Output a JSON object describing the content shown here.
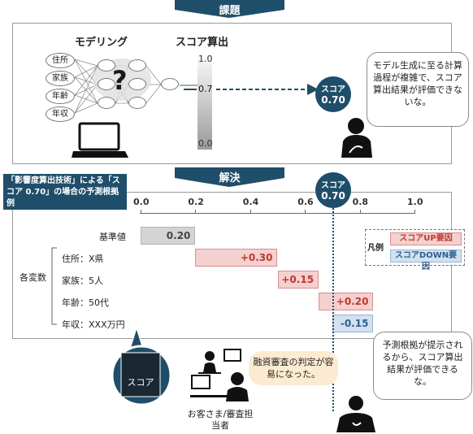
{
  "banners": {
    "problem": "課題",
    "solution": "解決"
  },
  "problem": {
    "modeling_title": "モデリング",
    "score_title": "スコア算出",
    "inputs": [
      "住所",
      "家族",
      "年齢",
      "年収"
    ],
    "question_mark": "?",
    "scale": {
      "top": "1.0",
      "mid": "0.7",
      "bottom": "0.0"
    },
    "score_circle": {
      "line1": "スコア",
      "line2": "0.70"
    },
    "bubble": "モデル生成に至る計算過程が複雑で、スコア算出結果が評価できないな。"
  },
  "solution": {
    "tag": "「影響度算出技術」による「スコア 0.70」の場合の予測根拠例",
    "score_circle": {
      "line1": "スコア",
      "line2": "0.70"
    },
    "variables_group": "各変数",
    "rows": [
      {
        "label": "基準値",
        "value": "0.20"
      },
      {
        "label": "住所：X県",
        "value": "+0.30"
      },
      {
        "label": "家族：5人",
        "value": "+0.15"
      },
      {
        "label": "年齢：50代",
        "value": "+0.20"
      },
      {
        "label": "年収：XXX万円",
        "value": "-0.15"
      }
    ],
    "legend": {
      "title": "凡例",
      "up": "スコアUP要因",
      "down": "スコアDOWN要因"
    },
    "bubble_right": "予測根拠が提示されるから、スコア算出結果が評価できるな。",
    "bubble_center": "融資審査の判定が容易になった。",
    "screen_label": "スコア",
    "customer_caption": "お客さま/審査担当者"
  },
  "chart_data": {
    "type": "bar",
    "title": "「影響度算出技術」による「スコア 0.70」の場合の予測根拠例",
    "x_ticks": [
      "0.0",
      "0.2",
      "0.4",
      "0.6",
      "0.8",
      "1.0"
    ],
    "xlim": [
      0,
      1
    ],
    "categories": [
      "基準値",
      "住所：X県",
      "家族：5人",
      "年齢：50代",
      "年収：XXX万円"
    ],
    "series": [
      {
        "values": [
          0.2,
          0.3,
          0.15,
          0.2,
          -0.15
        ]
      }
    ],
    "result": 0.7,
    "legend_position": "right",
    "colors": {
      "up": "#f4d0d0",
      "down": "#d2e0f0",
      "base": "#d4d4d4"
    }
  }
}
